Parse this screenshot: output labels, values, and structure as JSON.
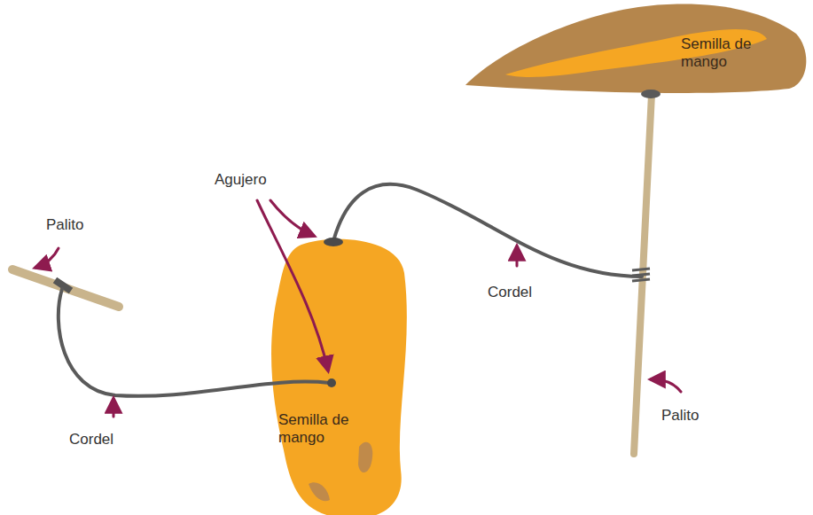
{
  "diagram": {
    "nodes": [
      {
        "text": [
          "Semilla de mango"
        ]
      },
      {
        "text": [
          "Semilla de mango"
        ]
      }
    ],
    "labels": [
      "Agujero",
      "Palito",
      "Cordel",
      "Palito",
      "Cordel"
    ]
  }
}
